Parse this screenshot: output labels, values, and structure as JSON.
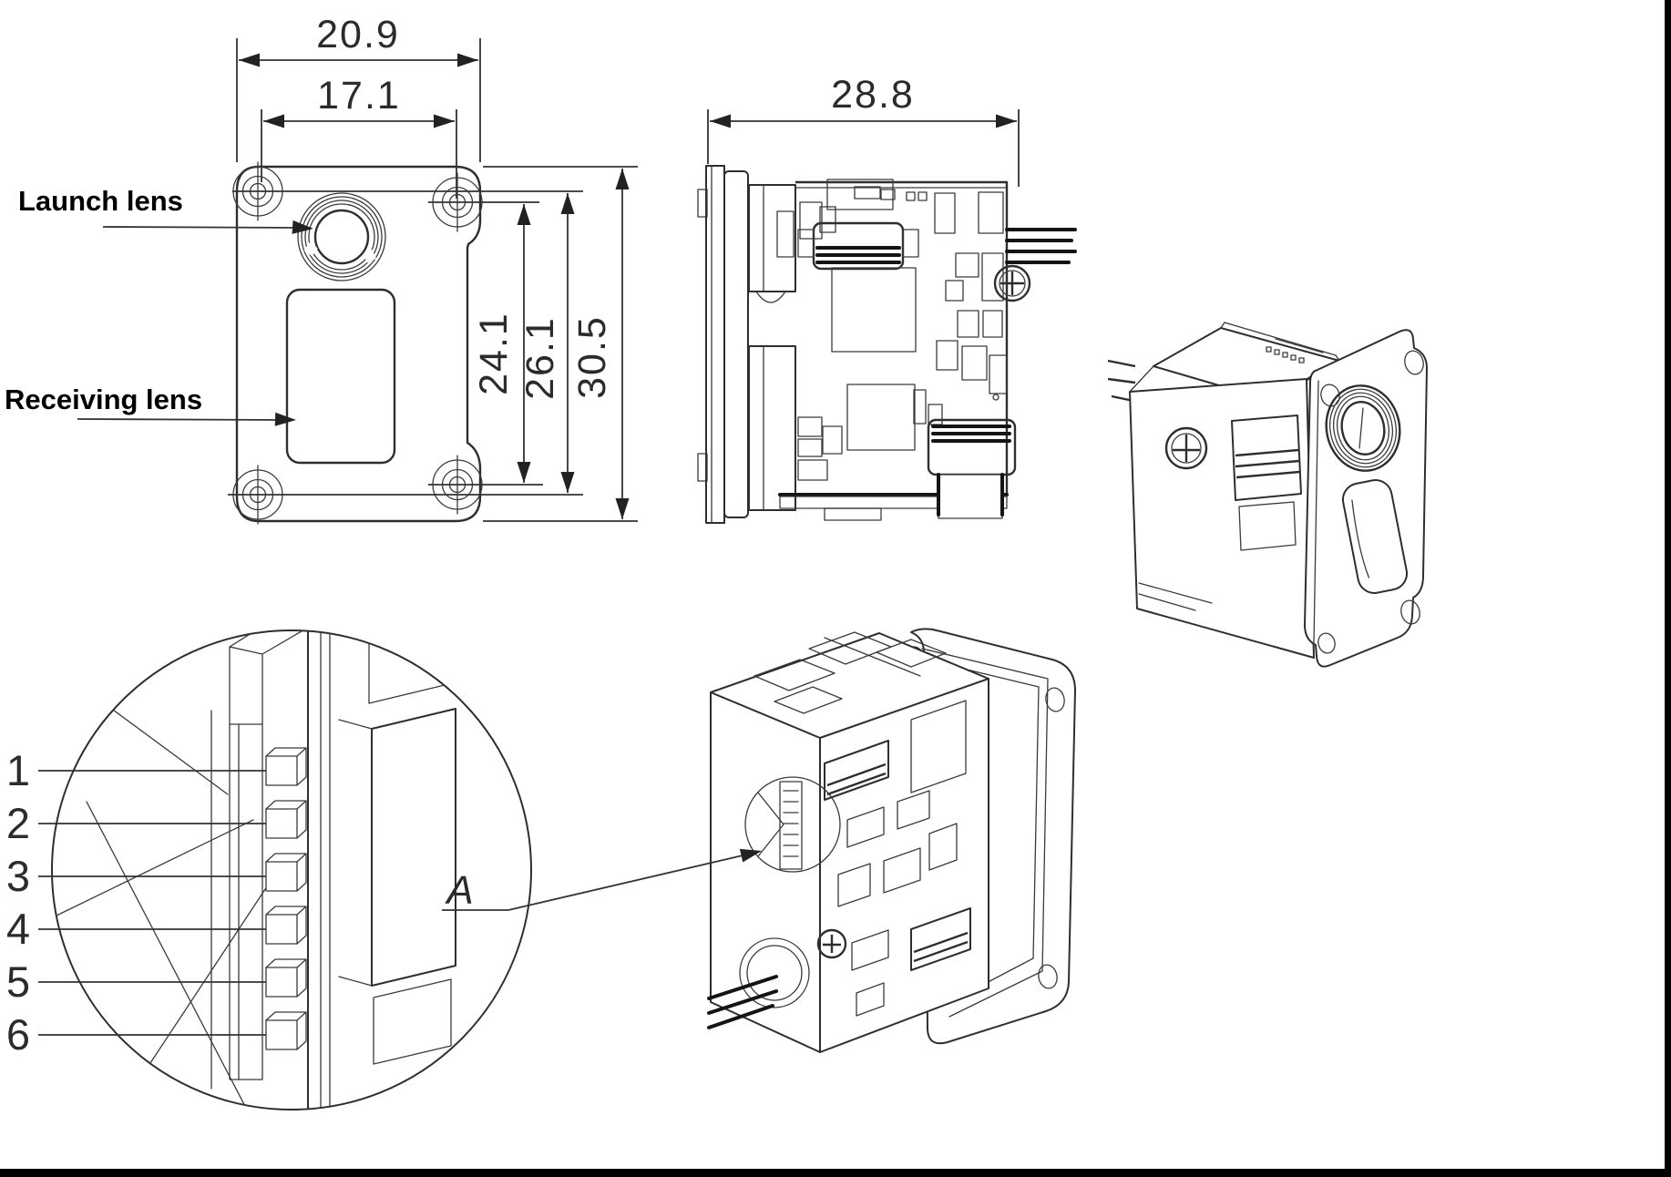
{
  "drawing": {
    "labels": {
      "launch_lens": "Launch lens",
      "receiving_lens": "Receiving lens",
      "detail_ref": "A"
    },
    "dimensions": {
      "front_width": "20.9",
      "hole_spacing": "17.1",
      "depth": "28.8",
      "height_inner": "24.1",
      "height_mid": "26.1",
      "height_outer": "30.5"
    },
    "pins": {
      "labels": [
        "1",
        "2",
        "3",
        "4",
        "5",
        "6"
      ]
    },
    "colors": {
      "line": "#2e2e2e",
      "text": "#202020",
      "background": "#ffffff",
      "border": "#000000"
    }
  }
}
